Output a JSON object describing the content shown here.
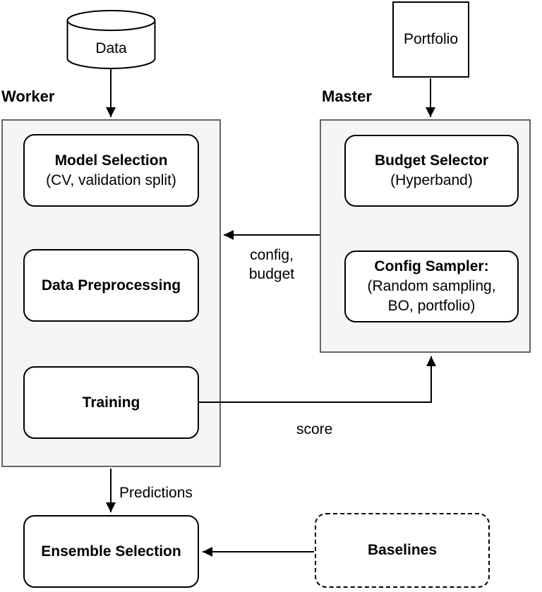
{
  "diagram": {
    "worker_label": "Worker",
    "master_label": "Master",
    "nodes": {
      "data": {
        "label": "Data",
        "shape": "cylinder"
      },
      "portfolio": {
        "label": "Portfolio",
        "shape": "square"
      },
      "model_selection": {
        "title": "Model Selection",
        "subtitle": "(CV, validation split)"
      },
      "data_preprocessing": {
        "title": "Data Preprocessing"
      },
      "training": {
        "title": "Training"
      },
      "budget_selector": {
        "title": "Budget Selector",
        "subtitle": "(Hyperband)"
      },
      "config_sampler": {
        "title": "Config Sampler:",
        "line2": "(Random sampling,",
        "line3": "BO, portfolio)"
      },
      "ensemble_selection": {
        "title": "Ensemble Selection"
      },
      "baselines": {
        "title": "Baselines",
        "border": "dashed"
      }
    },
    "edge_labels": {
      "config_budget": {
        "line1": "config,",
        "line2": "budget"
      },
      "score": "score",
      "predictions": "Predictions"
    },
    "edges": [
      {
        "from": "data",
        "to": "worker",
        "label": ""
      },
      {
        "from": "portfolio",
        "to": "master",
        "label": ""
      },
      {
        "from": "master",
        "to": "worker",
        "label": "config, budget"
      },
      {
        "from": "training",
        "to": "master",
        "label": "score"
      },
      {
        "from": "worker",
        "to": "ensemble_selection",
        "label": "Predictions"
      },
      {
        "from": "baselines",
        "to": "ensemble_selection",
        "label": ""
      }
    ],
    "colors": {
      "container_fill": "#f5f5f5",
      "container_border": "#666666",
      "node_fill": "#ffffff",
      "node_border": "#000000",
      "arrow": "#000000",
      "text": "#000000"
    }
  }
}
